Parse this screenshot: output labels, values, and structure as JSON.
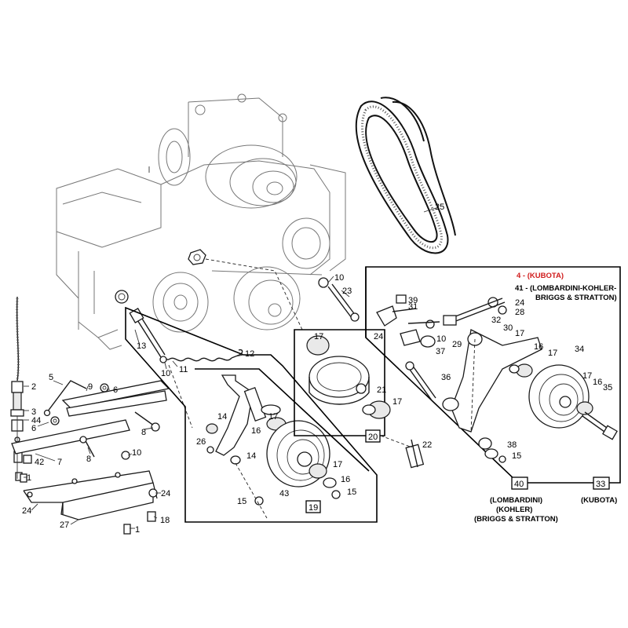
{
  "callouts": [
    {
      "id": "c-1a",
      "text": "1"
    },
    {
      "id": "c-1b",
      "text": "1"
    },
    {
      "id": "c-2",
      "text": "2"
    },
    {
      "id": "c-3",
      "text": "3"
    },
    {
      "id": "c-4",
      "text": "4"
    },
    {
      "id": "c-5",
      "text": "5"
    },
    {
      "id": "c-6a",
      "text": "6"
    },
    {
      "id": "c-6b",
      "text": "6"
    },
    {
      "id": "c-7",
      "text": "7"
    },
    {
      "id": "c-8a",
      "text": "8"
    },
    {
      "id": "c-8b",
      "text": "8"
    },
    {
      "id": "c-9",
      "text": "9"
    },
    {
      "id": "c-10a",
      "text": "10"
    },
    {
      "id": "c-10b",
      "text": "10"
    },
    {
      "id": "c-10c",
      "text": "10"
    },
    {
      "id": "c-10d",
      "text": "10"
    },
    {
      "id": "c-11",
      "text": "11"
    },
    {
      "id": "c-12",
      "text": "12"
    },
    {
      "id": "c-13",
      "text": "13"
    },
    {
      "id": "c-14a",
      "text": "14"
    },
    {
      "id": "c-14b",
      "text": "14"
    },
    {
      "id": "c-15a",
      "text": "15"
    },
    {
      "id": "c-15b",
      "text": "15"
    },
    {
      "id": "c-15c",
      "text": "15"
    },
    {
      "id": "c-16a",
      "text": "16"
    },
    {
      "id": "c-16b",
      "text": "16"
    },
    {
      "id": "c-16c",
      "text": "16"
    },
    {
      "id": "c-16d",
      "text": "16"
    },
    {
      "id": "c-17a",
      "text": "17"
    },
    {
      "id": "c-17b",
      "text": "17"
    },
    {
      "id": "c-17c",
      "text": "17"
    },
    {
      "id": "c-17d",
      "text": "17"
    },
    {
      "id": "c-17e",
      "text": "17"
    },
    {
      "id": "c-17f",
      "text": "17"
    },
    {
      "id": "c-17g",
      "text": "17"
    },
    {
      "id": "c-18",
      "text": "18"
    },
    {
      "id": "c-21",
      "text": "21"
    },
    {
      "id": "c-22",
      "text": "22"
    },
    {
      "id": "c-23",
      "text": "23"
    },
    {
      "id": "c-24a",
      "text": "24"
    },
    {
      "id": "c-24b",
      "text": "24"
    },
    {
      "id": "c-24c",
      "text": "24"
    },
    {
      "id": "c-24d",
      "text": "24"
    },
    {
      "id": "c-25",
      "text": "25"
    },
    {
      "id": "c-26",
      "text": "26"
    },
    {
      "id": "c-27",
      "text": "27"
    },
    {
      "id": "c-28",
      "text": "28"
    },
    {
      "id": "c-29",
      "text": "29"
    },
    {
      "id": "c-30",
      "text": "30"
    },
    {
      "id": "c-31",
      "text": "31"
    },
    {
      "id": "c-32",
      "text": "32"
    },
    {
      "id": "c-34",
      "text": "34"
    },
    {
      "id": "c-35",
      "text": "35"
    },
    {
      "id": "c-36",
      "text": "36"
    },
    {
      "id": "c-37",
      "text": "37"
    },
    {
      "id": "c-38",
      "text": "38"
    },
    {
      "id": "c-39",
      "text": "39"
    },
    {
      "id": "c-41",
      "text": "41"
    },
    {
      "id": "c-42",
      "text": "42"
    },
    {
      "id": "c-43",
      "text": "43"
    },
    {
      "id": "c-44",
      "text": "44"
    }
  ],
  "ref_boxes": [
    {
      "id": "ref-19",
      "text": "19"
    },
    {
      "id": "ref-20",
      "text": "20"
    },
    {
      "id": "ref-33",
      "text": "33"
    },
    {
      "id": "ref-40",
      "text": "40"
    }
  ],
  "variant_notes": {
    "kubota_top": "4 - (KUBOTA)",
    "lombardini_top_1": "41 - (LOMBARDINI-KOHLER-",
    "lombardini_top_2": "BRIGGS & STRATTON)",
    "bottom_40_line1": "(LOMBARDINI)",
    "bottom_40_line2": "(KOHLER)",
    "bottom_40_line3": "(BRIGGS & STRATTON)",
    "bottom_33": "(KUBOTA)"
  },
  "colors": {
    "line": "#1a1a1a",
    "background": "#ffffff",
    "highlight": "#d01c1c"
  }
}
